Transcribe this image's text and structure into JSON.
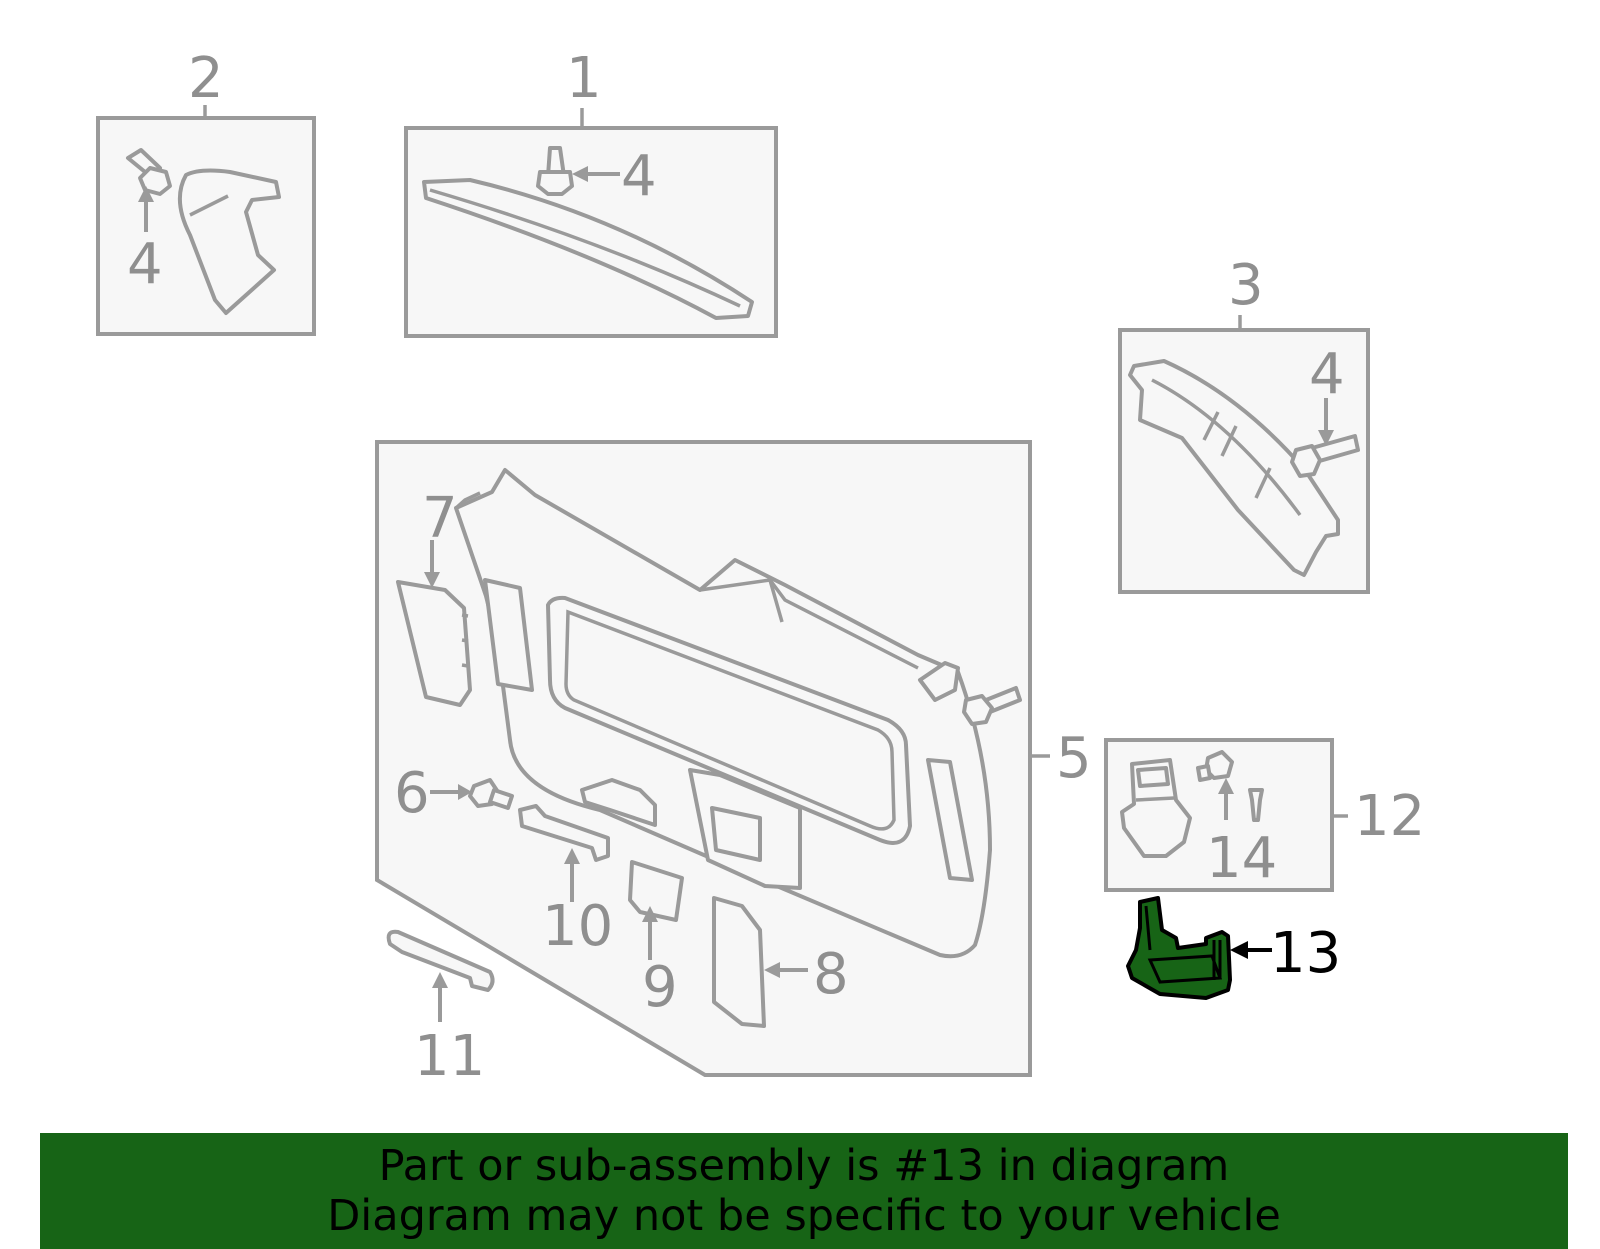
{
  "callouts": {
    "c1": "1",
    "c2": "2",
    "c3": "3",
    "c4a": "4",
    "c4b": "4",
    "c4c": "4",
    "c5": "5",
    "c6": "6",
    "c7": "7",
    "c8": "8",
    "c9": "9",
    "c10": "10",
    "c11": "11",
    "c12": "12",
    "c13": "13",
    "c14": "14"
  },
  "highlight_color": "#176416",
  "banner": {
    "line1": "Part or sub-assembly is #13 in diagram",
    "line2": "Diagram may not be specific to your vehicle"
  }
}
